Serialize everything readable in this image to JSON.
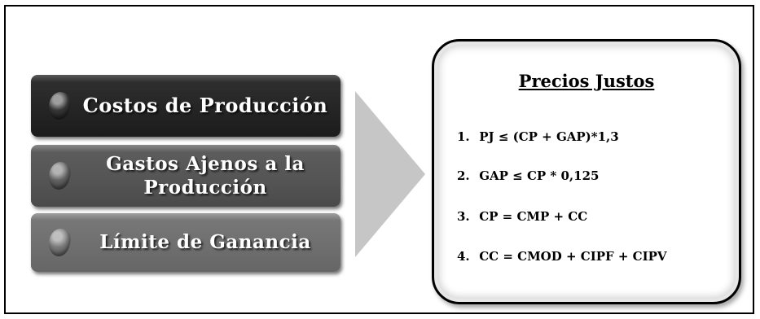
{
  "categories": [
    {
      "label": "Costos de Producción"
    },
    {
      "label": "Gastos Ajenos a la Producción"
    },
    {
      "label": "Límite de Ganancia"
    }
  ],
  "panel": {
    "title": "Precios Justos",
    "formulas": [
      {
        "number": "1.",
        "text": "PJ ≤ (CP + GAP)*1,3"
      },
      {
        "number": "2.",
        "text": "GAP ≤ CP * 0,125"
      },
      {
        "number": "3.",
        "text": "CP = CMP + CC"
      },
      {
        "number": "4.",
        "text": "CC = CMOD + CIPF + CIPV"
      }
    ]
  },
  "colors": {
    "box_dark": "#242424",
    "box_mid": "#545454",
    "box_light": "#6e6e6e",
    "arrow": "#c6c6c6"
  }
}
